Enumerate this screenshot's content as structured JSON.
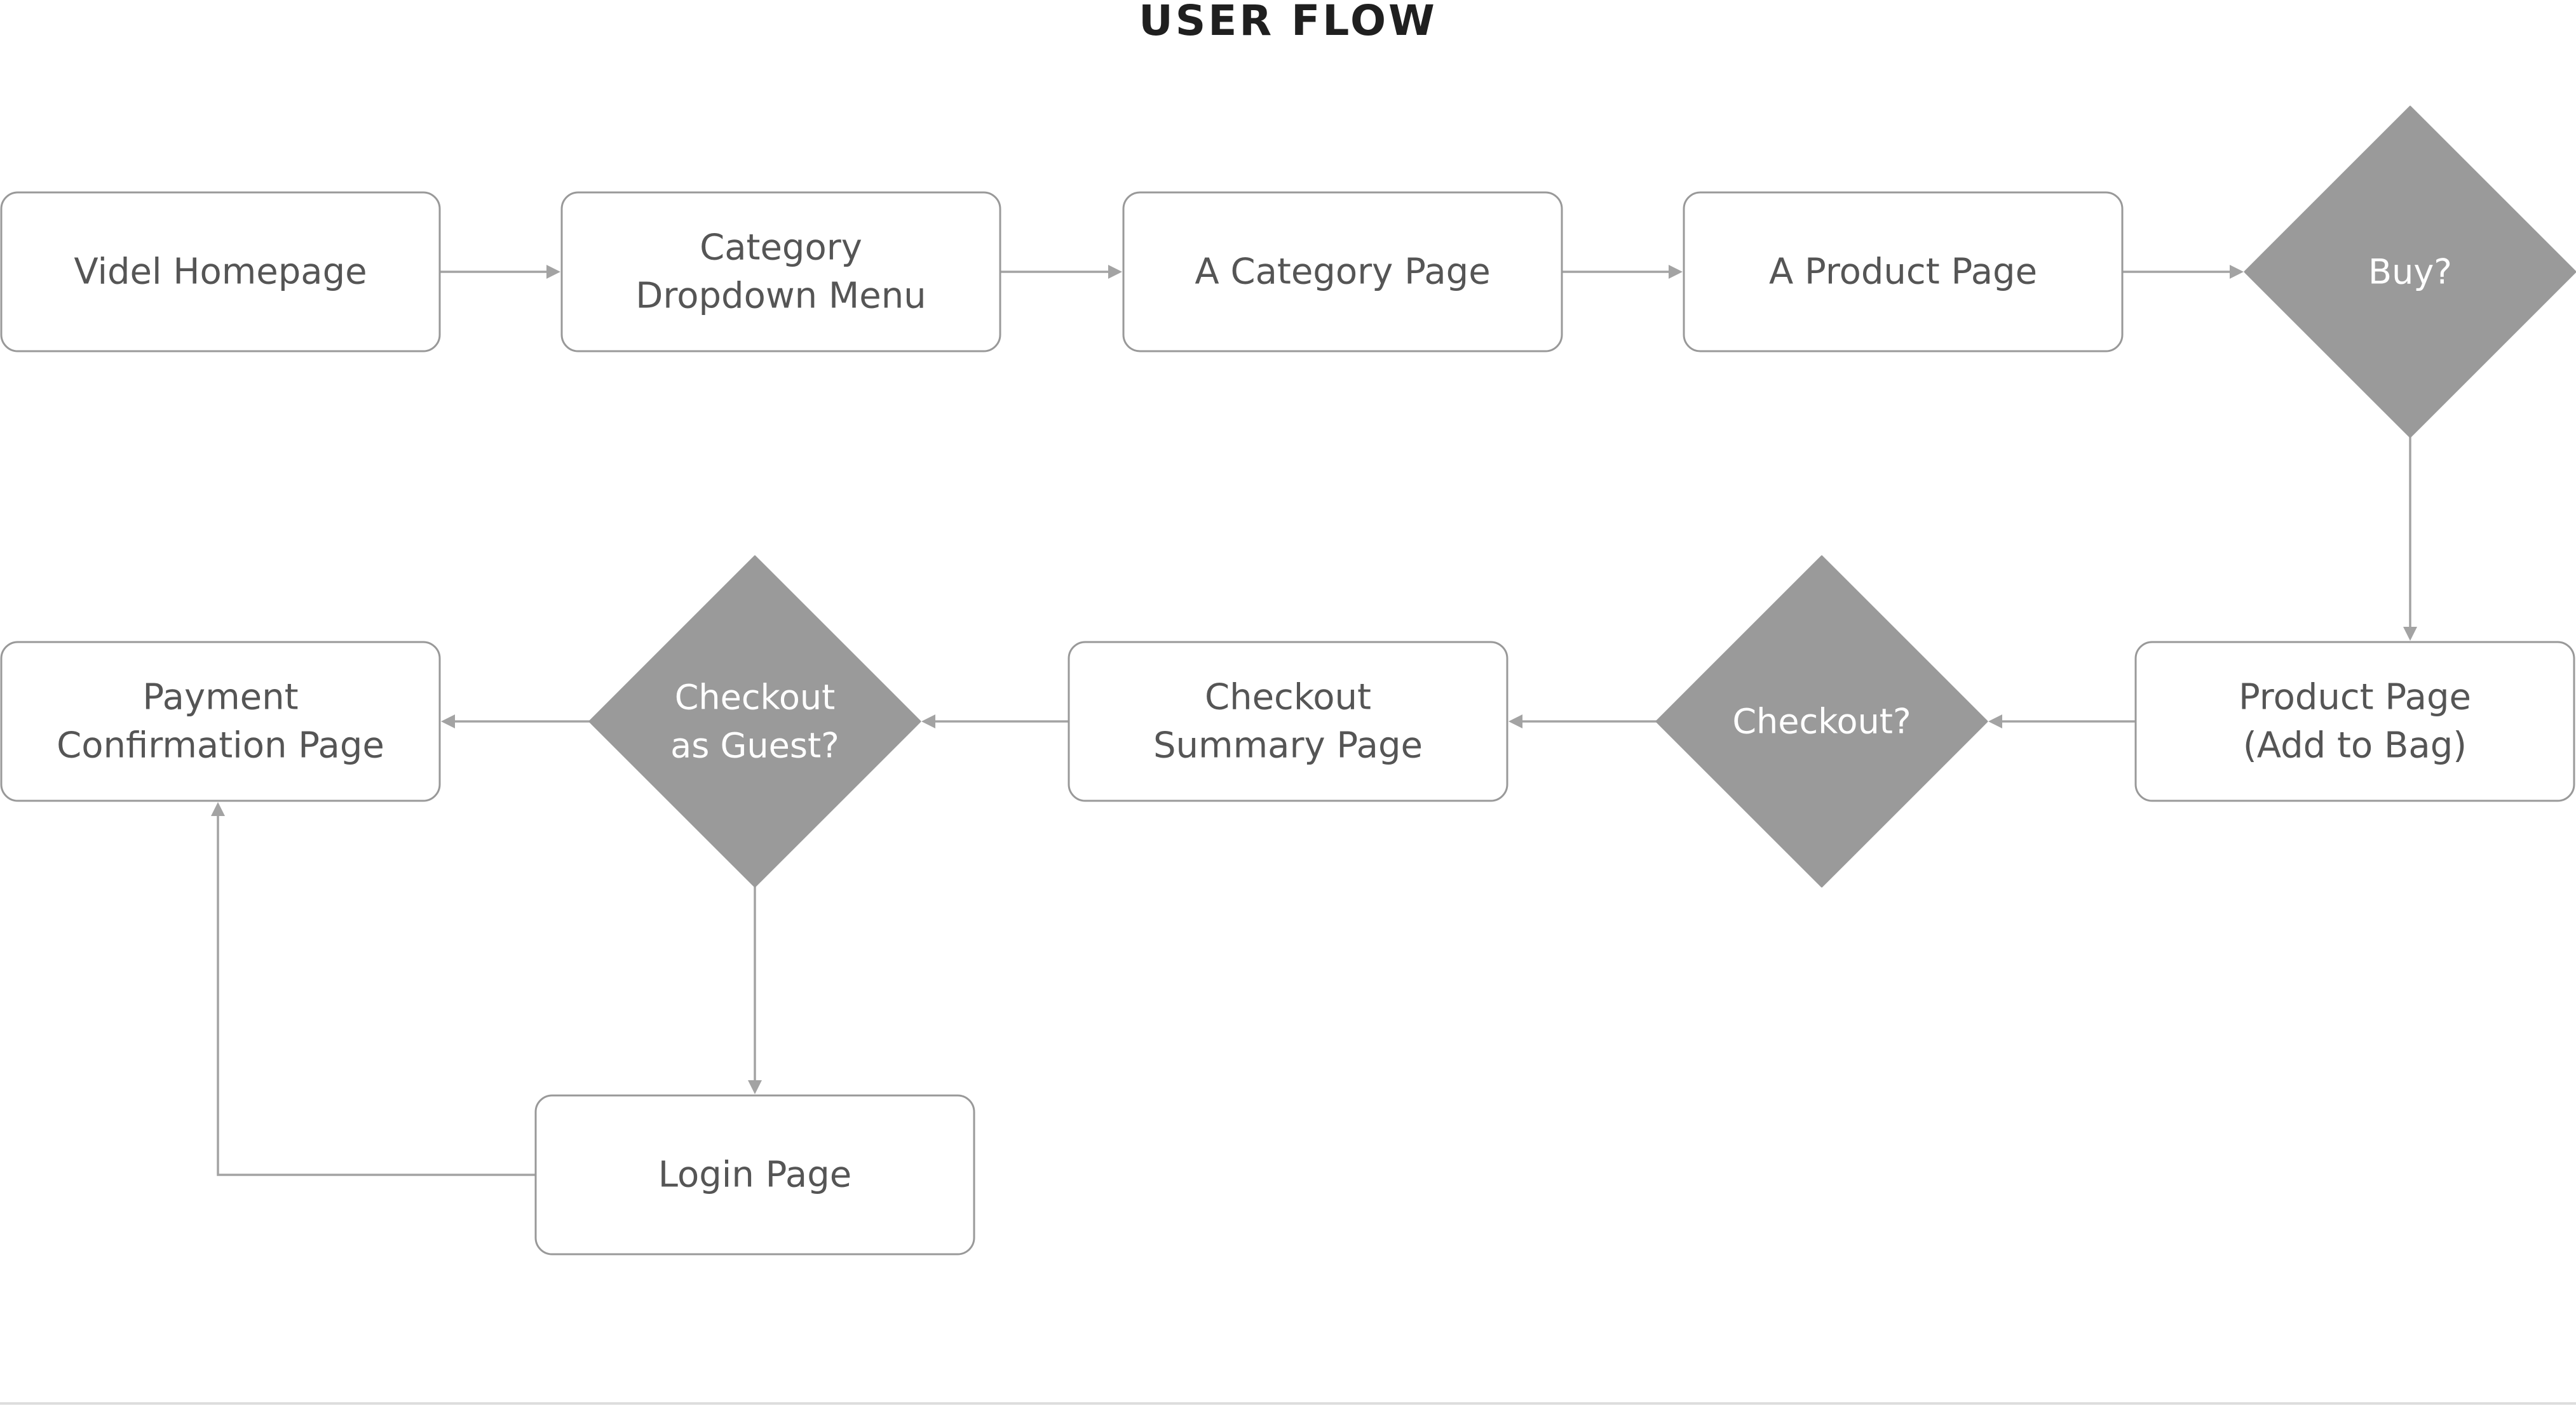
{
  "title": "USER FLOW",
  "colors": {
    "box_border": "#999999",
    "box_text": "#555555",
    "decision_fill": "#9a9a9a",
    "decision_text": "#ffffff",
    "connector": "#a3a3a3",
    "title": "#1f1f1f"
  },
  "nodes": [
    {
      "id": "homepage",
      "shape": "process",
      "lines": [
        "Videl Homepage"
      ]
    },
    {
      "id": "category-dropdown",
      "shape": "process",
      "lines": [
        "Category",
        "Dropdown Menu"
      ]
    },
    {
      "id": "category-page",
      "shape": "process",
      "lines": [
        "A Category Page"
      ]
    },
    {
      "id": "product-page",
      "shape": "process",
      "lines": [
        "A Product Page"
      ]
    },
    {
      "id": "buy",
      "shape": "decision",
      "lines": [
        "Buy?"
      ]
    },
    {
      "id": "product-add-to-bag",
      "shape": "process",
      "lines": [
        "Product Page",
        "(Add to Bag)"
      ]
    },
    {
      "id": "checkout",
      "shape": "decision",
      "lines": [
        "Checkout?"
      ]
    },
    {
      "id": "checkout-summary",
      "shape": "process",
      "lines": [
        "Checkout",
        "Summary Page"
      ]
    },
    {
      "id": "checkout-as-guest",
      "shape": "decision",
      "lines": [
        "Checkout",
        "as Guest?"
      ]
    },
    {
      "id": "payment-confirmation",
      "shape": "process",
      "lines": [
        "Payment",
        "Confirmation Page"
      ]
    },
    {
      "id": "login-page",
      "shape": "process",
      "lines": [
        "Login Page"
      ]
    }
  ],
  "edges": [
    {
      "from": "homepage",
      "to": "category-dropdown"
    },
    {
      "from": "category-dropdown",
      "to": "category-page"
    },
    {
      "from": "category-page",
      "to": "product-page"
    },
    {
      "from": "product-page",
      "to": "buy"
    },
    {
      "from": "buy",
      "to": "product-add-to-bag"
    },
    {
      "from": "product-add-to-bag",
      "to": "checkout"
    },
    {
      "from": "checkout",
      "to": "checkout-summary"
    },
    {
      "from": "checkout-summary",
      "to": "checkout-as-guest"
    },
    {
      "from": "checkout-as-guest",
      "to": "payment-confirmation"
    },
    {
      "from": "checkout-as-guest",
      "to": "login-page"
    },
    {
      "from": "login-page",
      "to": "payment-confirmation"
    }
  ]
}
